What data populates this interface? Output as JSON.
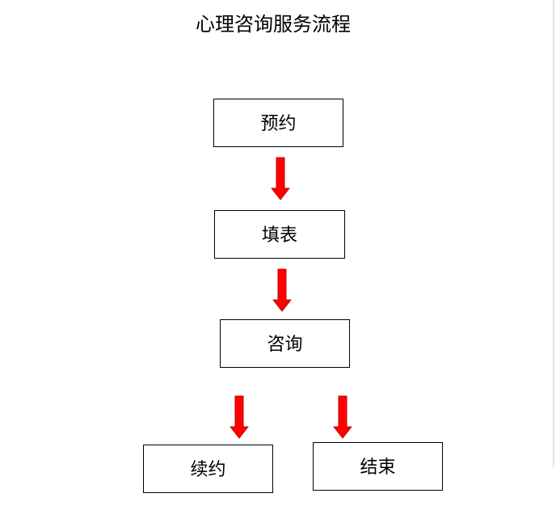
{
  "diagram": {
    "title": "心理咨询服务流程",
    "nodes": {
      "appointment": "预约",
      "form": "填表",
      "consultation": "咨询",
      "renewal": "续约",
      "end": "结束"
    }
  },
  "colors": {
    "arrow": "#ff0000",
    "arrow_outline": "#c40000",
    "box_border": "#000000",
    "background": "#ffffff"
  }
}
